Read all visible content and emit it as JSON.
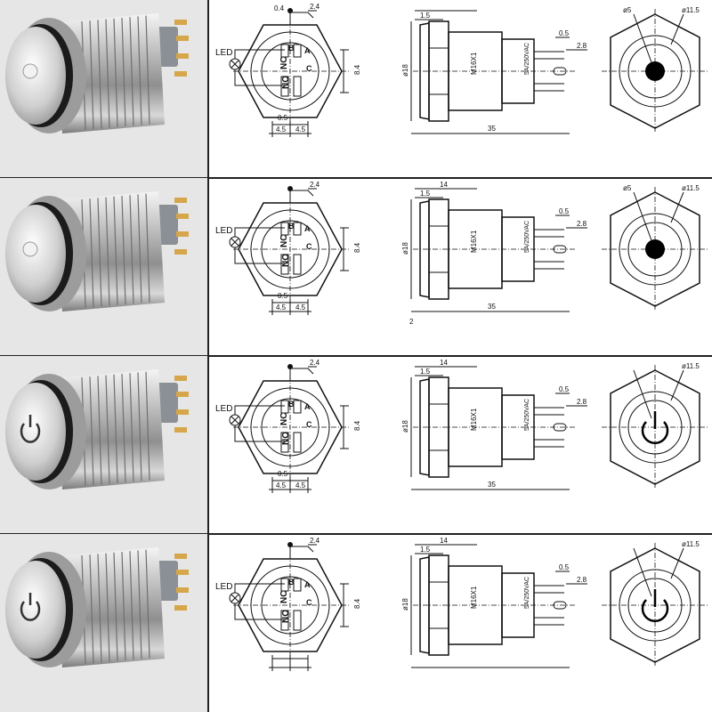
{
  "rows": [
    {
      "symbol": "dot",
      "front": {
        "led": "LED",
        "nc": "NC",
        "b": "B",
        "a": "A",
        "no": "NO",
        "c": "C",
        "d_04": "0.4",
        "d_84": "8.4",
        "d_24": "2.4",
        "d_05": "0.5",
        "d_45a": "4.5",
        "d_45b": "4.5"
      },
      "side": {
        "d_15": "1.5",
        "d_14": "",
        "d_18": "ø18",
        "thread": "M16X1",
        "rating": "5A/250VAC",
        "d_05": "0.5",
        "d_28": "2.8",
        "d_2": "",
        "d_35": "35"
      },
      "face": {
        "inner": "ø5",
        "outer": "ø11.5"
      }
    },
    {
      "symbol": "dot",
      "front": {
        "led": "LED",
        "nc": "NC",
        "b": "B",
        "a": "A",
        "no": "NO",
        "c": "C",
        "d_04": "",
        "d_84": "8.4",
        "d_24": "2.4",
        "d_05": "0.5",
        "d_45a": "4.5",
        "d_45b": "4.5"
      },
      "side": {
        "d_15": "1.5",
        "d_14": "14",
        "d_18": "ø18",
        "thread": "M16X1",
        "rating": "5A/250VAC",
        "d_05": "0.5",
        "d_28": "2.8",
        "d_2": "2",
        "d_35": "35"
      },
      "face": {
        "inner": "ø5",
        "outer": "ø11.5"
      }
    },
    {
      "symbol": "power",
      "front": {
        "led": "LED",
        "nc": "NC",
        "b": "B",
        "a": "A",
        "no": "NO",
        "c": "C",
        "d_04": "",
        "d_84": "8.4",
        "d_24": "2.4",
        "d_05": "0.5",
        "d_45a": "4.5",
        "d_45b": "4.5"
      },
      "side": {
        "d_15": "1.5",
        "d_14": "14",
        "d_18": "ø18",
        "thread": "M16X1",
        "rating": "5A/250VAC",
        "d_05": "0.5",
        "d_28": "2.8",
        "d_2": "",
        "d_35": "35"
      },
      "face": {
        "inner": "",
        "outer": "ø11.5"
      }
    },
    {
      "symbol": "power",
      "front": {
        "led": "LED",
        "nc": "NC",
        "b": "B",
        "a": "A",
        "no": "NO",
        "c": "C",
        "d_04": "",
        "d_84": "8.4",
        "d_24": "2.4",
        "d_05": "",
        "d_45a": "",
        "d_45b": ""
      },
      "side": {
        "d_15": "1.5",
        "d_14": "14",
        "d_18": "ø18",
        "thread": "M16X1",
        "rating": "5A/250VAC",
        "d_05": "0.5",
        "d_28": "2.8",
        "d_2": "",
        "d_35": ""
      },
      "face": {
        "inner": "",
        "outer": "ø11.5"
      }
    }
  ]
}
